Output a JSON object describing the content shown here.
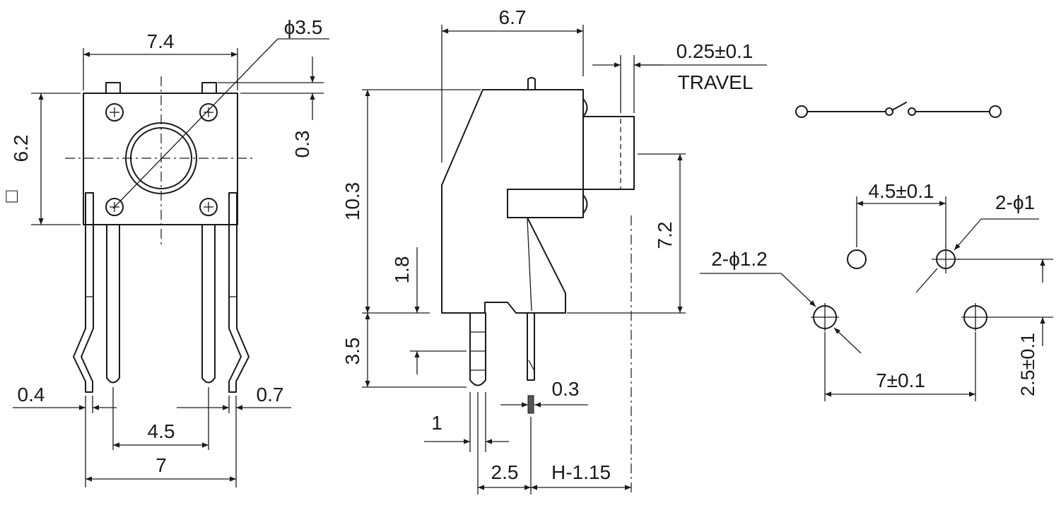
{
  "front_view": {
    "width": "7.4",
    "square_symbol": "□",
    "body_size": "6.2",
    "pin_clearance": "0.3",
    "button_diameter": "ϕ3.5",
    "pin_thickness_left": "0.4",
    "pin_thickness_right": "0.7",
    "inner_pitch": "4.5",
    "outer_pitch": "7"
  },
  "side_view": {
    "depth": "6.7",
    "travel_value": "0.25±0.1",
    "travel_label": "TRAVEL",
    "height": "10.3",
    "actuator_height": "7.2",
    "step_height": "1.8",
    "pin_length": "3.5",
    "pin_width": "1",
    "lead_thickness": "0.3",
    "pin_spacing": "2.5",
    "offset": "H-1.15"
  },
  "pcb_layout": {
    "signal_pitch": "4.5±0.1",
    "small_holes": "2-ϕ1",
    "large_holes": "2-ϕ1.2",
    "mount_pitch": "7±0.1",
    "vertical_offset": "2.5±0.1"
  },
  "schematic": {
    "symbol": "switch-icon"
  }
}
